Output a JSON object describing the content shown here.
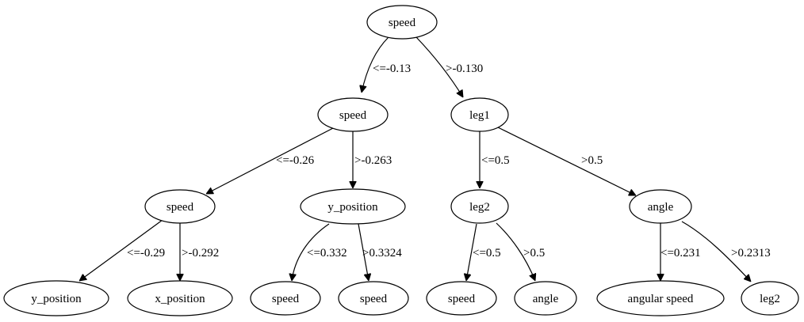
{
  "tree": {
    "nodes": {
      "n0": "speed",
      "n1": "speed",
      "n2": "leg1",
      "n3": "speed",
      "n4": "y_position",
      "n5": "leg2",
      "n6": "angle",
      "n7": "y_position",
      "n8": "x_position",
      "n9": "speed",
      "n10": "speed",
      "n11": "speed",
      "n12": "angle",
      "n13": "angular speed",
      "n14": "leg2"
    },
    "edges": {
      "e0_1": "<=-0.13",
      "e0_2": ">-0.130",
      "e1_3": "<=-0.26",
      "e1_4": ">-0.263",
      "e2_5": "<=0.5",
      "e2_6": ">0.5",
      "e3_7": "<=-0.29",
      "e3_8": ">-0.292",
      "e4_9": "<=0.332",
      "e4_10": ">0.3324",
      "e5_11": "<=0.5",
      "e5_12": ">0.5",
      "e6_13": "<=0.231",
      "e6_14": ">0.2313"
    }
  }
}
